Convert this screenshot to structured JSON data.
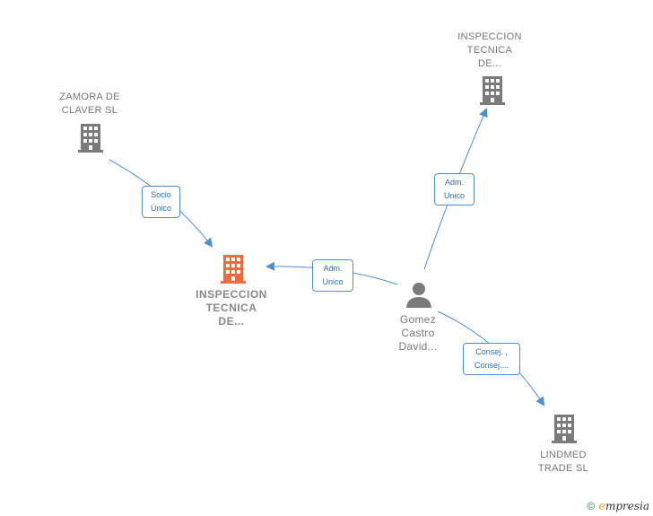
{
  "nodes": {
    "center": {
      "line1": "INSPECCION",
      "line2": "TECNICA",
      "line3": "DE..."
    },
    "top_right": {
      "line1": "INSPECCION",
      "line2": "TECNICA",
      "line3": "DE..."
    },
    "zamora": {
      "line1": "ZAMORA DE",
      "line2": "CLAVER  SL"
    },
    "person": {
      "line1": "Gomez",
      "line2": "Castro",
      "line3": "David..."
    },
    "lindmed": {
      "line1": "LINDMED",
      "line2": "TRADE SL"
    }
  },
  "edges": {
    "socio": {
      "line1": "Socio",
      "line2": "Único"
    },
    "adm_center": {
      "line1": "Adm.",
      "line2": "Unico"
    },
    "adm_top": {
      "line1": "Adm.",
      "line2": "Unico"
    },
    "consej": {
      "line1": "Consej. ,",
      "line2": "Consej...."
    }
  },
  "footer": {
    "copyright": "©",
    "brand_e": "e",
    "brand_rest": "mpresia"
  },
  "colors": {
    "accent": "#f26a3b",
    "building": "#7a7a7a",
    "edge": "#4a8fd6"
  }
}
